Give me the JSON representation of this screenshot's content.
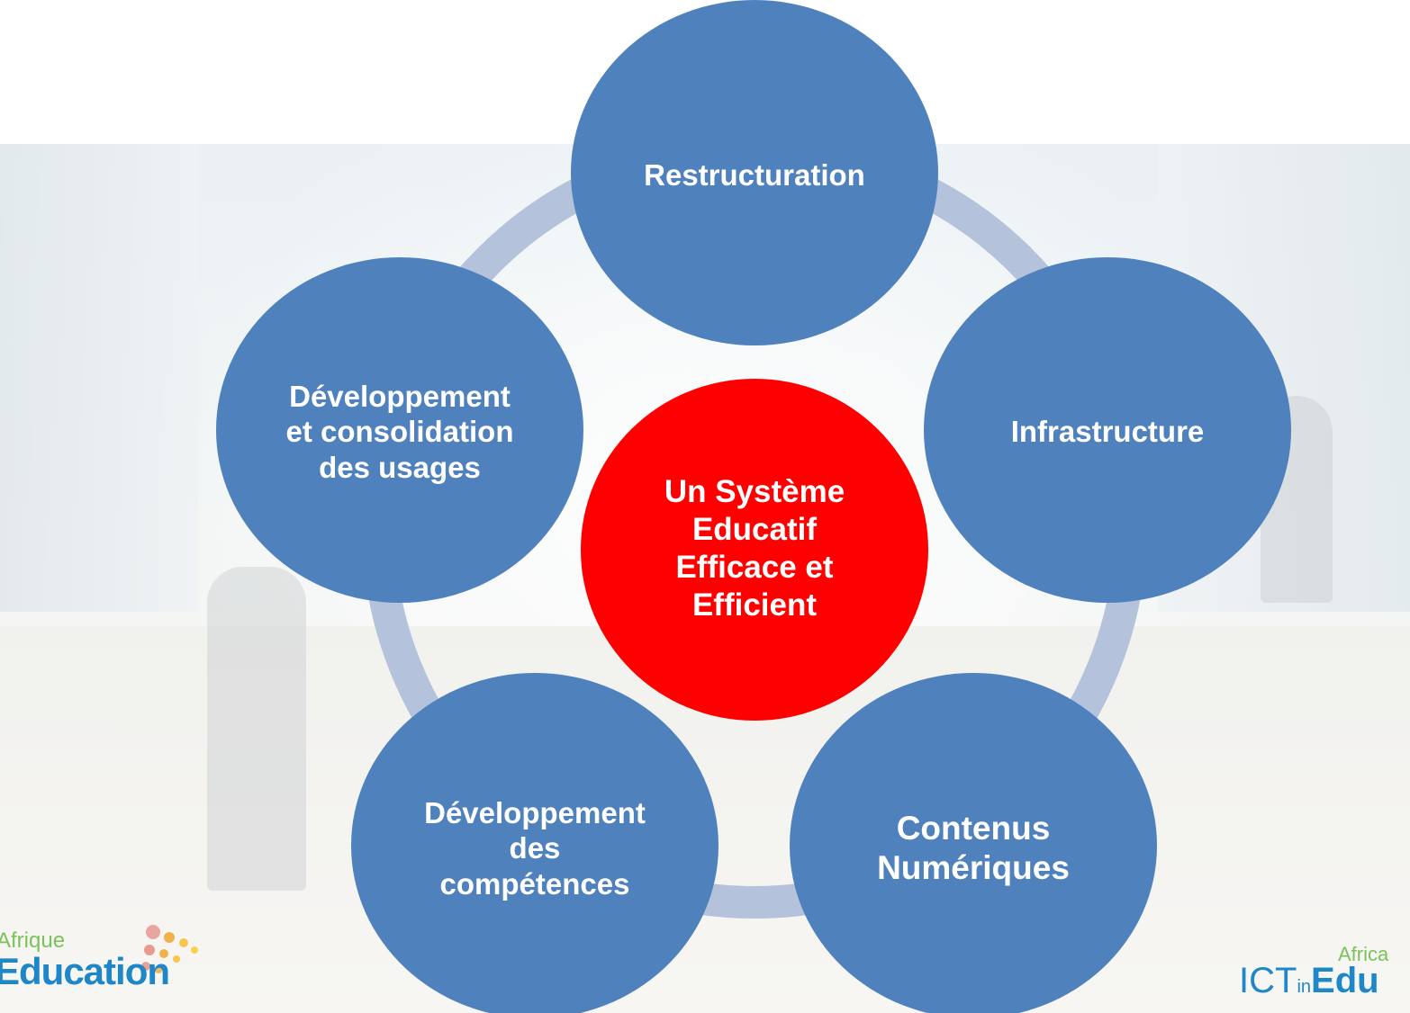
{
  "colors": {
    "node": "#4f81bd",
    "center": "#ff0000",
    "connector": "#b4c2dc",
    "text": "#ffffff",
    "logo_blue": "#1f86c8",
    "logo_green": "#7cc25a"
  },
  "diagram": {
    "center": {
      "label": "Un Système\nEducatif\nEfficace et\nEfficient"
    },
    "nodes": [
      {
        "id": "restructuration",
        "label": "Restructuration"
      },
      {
        "id": "infrastructure",
        "label": "Infrastructure"
      },
      {
        "id": "contenus",
        "label": "Contenus\nNumériques"
      },
      {
        "id": "competences",
        "label": "Développement\ndes\ncompétences"
      },
      {
        "id": "usages",
        "label": "Développement\net consolidation\ndes usages"
      }
    ]
  },
  "logos": {
    "left": {
      "line1": "Afrique",
      "line2": "Education"
    },
    "right": {
      "line1": "Africa",
      "prefix": "ICT",
      "middle": "in",
      "line2": "Edu"
    }
  }
}
